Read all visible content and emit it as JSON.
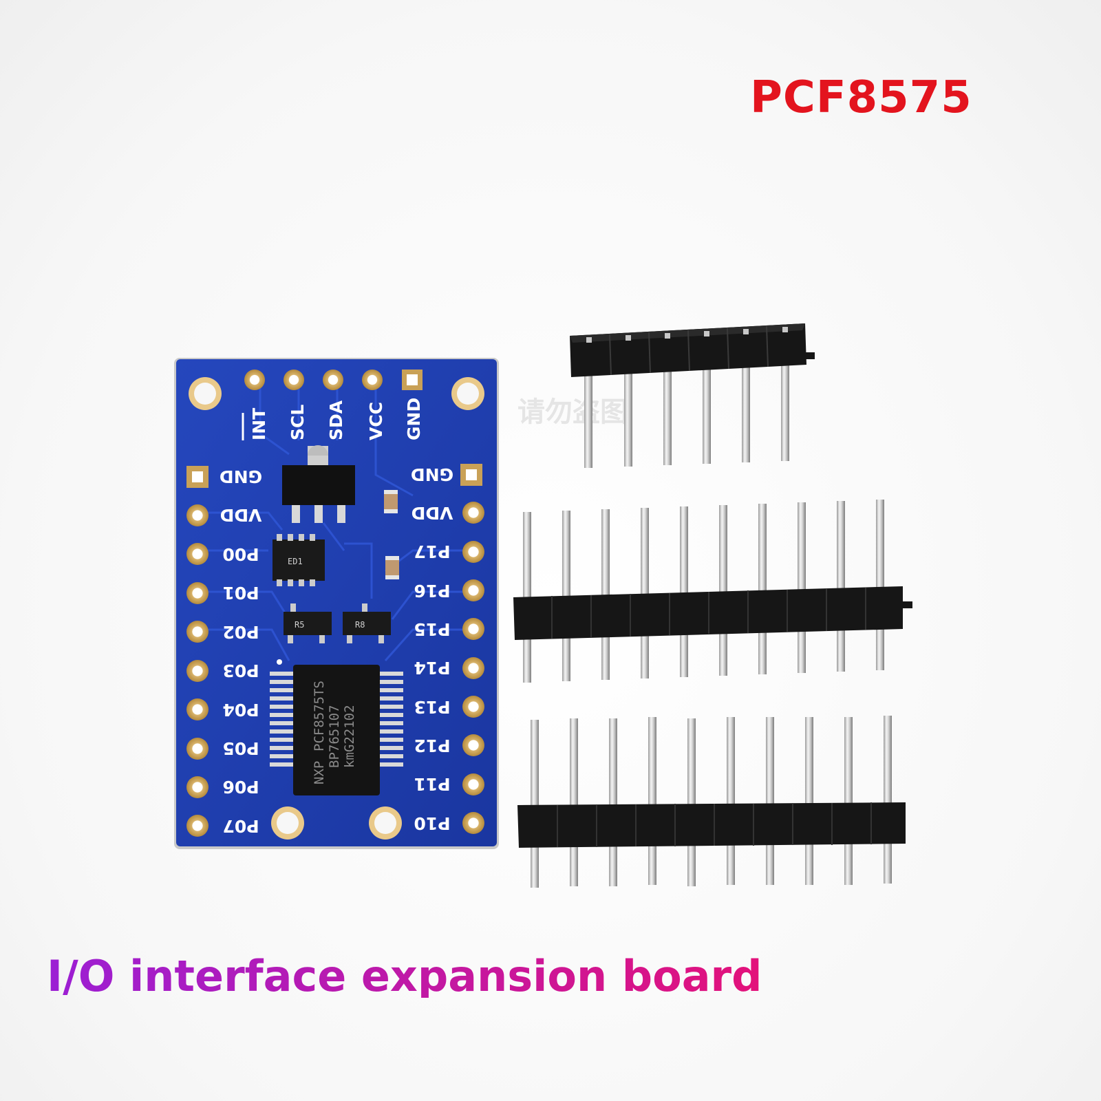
{
  "title": {
    "text": "PCF8575",
    "color": "#e3141e"
  },
  "subtitle": {
    "text": "I/O interface expansion board",
    "gradient_start": "#9b1fd4",
    "gradient_end": "#e3127a"
  },
  "board": {
    "color": "#1f3fb0",
    "top_pins": [
      "INT",
      "SCL",
      "SDA",
      "VCC",
      "GND"
    ],
    "left_pins": [
      "GND",
      "VDD",
      "P00",
      "P01",
      "P02",
      "P03",
      "P04",
      "P05",
      "P06",
      "P07"
    ],
    "right_pins": [
      "GND",
      "VDD",
      "P17",
      "P16",
      "P15",
      "P14",
      "P13",
      "P12",
      "P11",
      "P10"
    ],
    "chip_marking": [
      "NXP",
      "PCF8575TS",
      "BP765107",
      "kmG22102"
    ],
    "small_ic_marking": "ED1",
    "transistor_markings": [
      "R5",
      "R8"
    ]
  },
  "watermark": "请勿盗图",
  "headers": {
    "short_header_pins": 6,
    "long_header_pins": 10,
    "long_header_count": 2
  }
}
